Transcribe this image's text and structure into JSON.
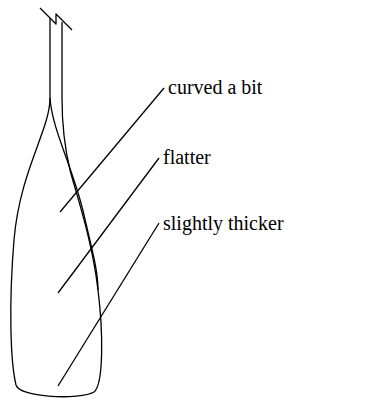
{
  "diagram": {
    "labels": [
      "curved a bit",
      "flatter",
      "slightly thicker"
    ]
  }
}
